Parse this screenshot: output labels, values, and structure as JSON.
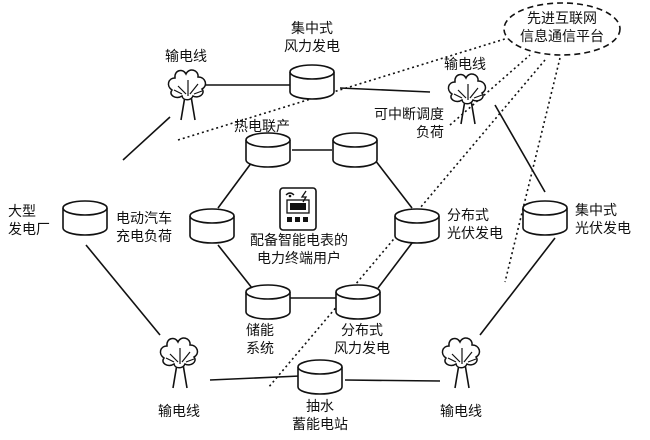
{
  "labels": {
    "platform": [
      "先进互联网",
      "信息通信平台"
    ],
    "central_wind": [
      "集中式",
      "风力发电"
    ],
    "line_tl": "输电线",
    "line_tr": "输电线",
    "line_bl": "输电线",
    "line_br": "输电线",
    "chp": "热电联产",
    "interruptible": [
      "可中断调度",
      "负荷"
    ],
    "big_plant": [
      "大型",
      "发电厂"
    ],
    "ev": [
      "电动汽车",
      "充电负荷"
    ],
    "smart_user": [
      "配备智能电表的",
      "电力终端用户"
    ],
    "dist_pv": [
      "分布式",
      "光伏发电"
    ],
    "central_pv": [
      "集中式",
      "光伏发电"
    ],
    "storage": [
      "储能",
      "系统"
    ],
    "dist_wind": [
      "分布式",
      "风力发电"
    ],
    "pumped": [
      "抽水",
      "蓄能电站"
    ]
  }
}
